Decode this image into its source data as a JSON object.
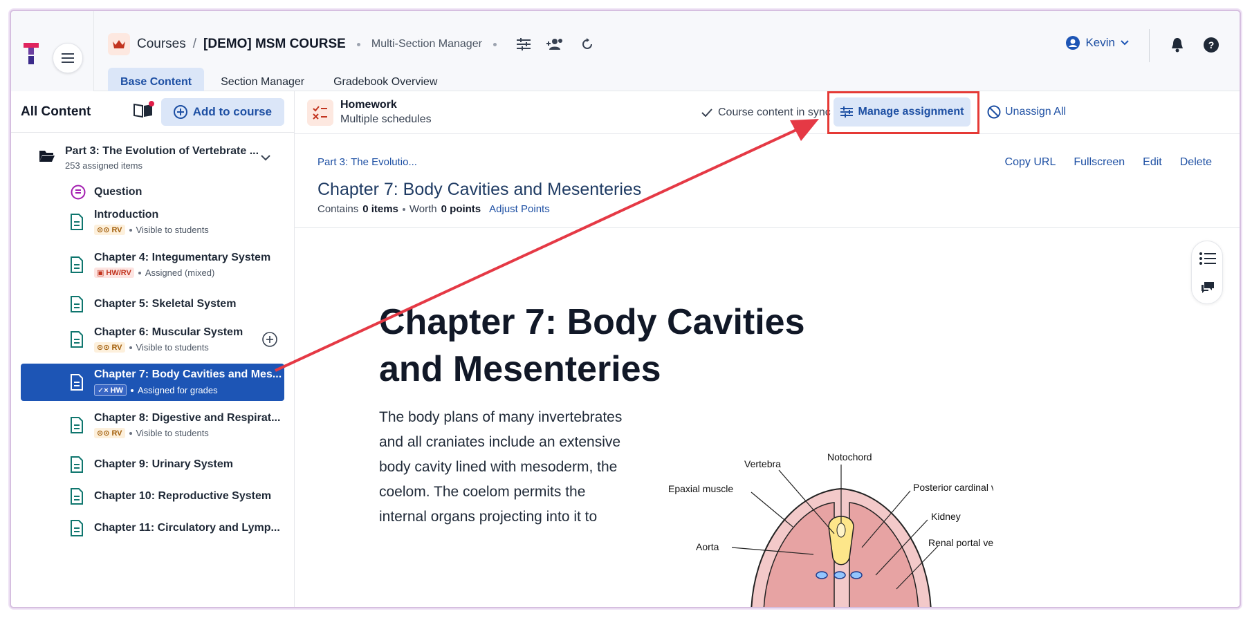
{
  "header": {
    "breadcrumb_root": "Courses",
    "breadcrumb_sep": "/",
    "course_name": "[DEMO] MSM COURSE",
    "subtitle": "Multi-Section Manager",
    "user_name": "Kevin"
  },
  "tabs": [
    {
      "label": "Base Content",
      "active": true
    },
    {
      "label": "Section Manager",
      "active": false
    },
    {
      "label": "Gradebook Overview",
      "active": false
    }
  ],
  "sidebar": {
    "title": "All Content",
    "add_label": "Add to course",
    "folder": {
      "title": "Part 3: The Evolution of Vertebrate ...",
      "subtitle": "253 assigned items"
    },
    "items": [
      {
        "title": "Question",
        "icon": "question-icon"
      },
      {
        "title": "Introduction",
        "badge": "RV",
        "status": "Visible to students"
      },
      {
        "title": "Chapter 4: Integumentary System",
        "badge": "HW/RV",
        "status": "Assigned (mixed)"
      },
      {
        "title": "Chapter 5: Skeletal System"
      },
      {
        "title": "Chapter 6: Muscular System",
        "badge": "RV",
        "status": "Visible to students"
      },
      {
        "title": "Chapter 7: Body Cavities and Mes...",
        "badge": "HW",
        "status": "Assigned for grades",
        "selected": true
      },
      {
        "title": "Chapter 8: Digestive and Respirat...",
        "badge": "RV",
        "status": "Visible to students"
      },
      {
        "title": "Chapter 9: Urinary System"
      },
      {
        "title": "Chapter 10: Reproductive System"
      },
      {
        "title": "Chapter 11: Circulatory and Lymp..."
      }
    ]
  },
  "toolbar": {
    "type_title": "Homework",
    "type_sub": "Multiple schedules",
    "sync_label": "Course content in sync",
    "manage_label": "Manage assignment",
    "unassign_label": "Unassign All"
  },
  "page": {
    "mini_crumb": "Part 3: The Evolutio...",
    "actions": [
      "Copy URL",
      "Fullscreen",
      "Edit",
      "Delete"
    ],
    "title": "Chapter 7: Body Cavities and Mesenteries",
    "contains_prefix": "Contains",
    "items_count": "0 items",
    "worth_prefix": "Worth",
    "points": "0 points",
    "adjust_label": "Adjust Points"
  },
  "article": {
    "heading": "Chapter 7: Body Cavities and Mesenteries",
    "paragraph": "The body plans of many invertebrates and all craniates include an extensive body cavity lined with mesoderm, the coelom. The coelom permits the internal organs projecting into it to"
  },
  "figure_labels": {
    "notochord": "Notochord",
    "vertebra": "Vertebra",
    "epaxial": "Epaxial muscle",
    "post_cardinal": "Posterior cardinal vein",
    "kidney": "Kidney",
    "aorta": "Aorta",
    "renal_portal": "Renal portal vein"
  },
  "colors": {
    "accent": "#1d55b5",
    "highlight": "#e53935",
    "brand": "#c2341f"
  }
}
